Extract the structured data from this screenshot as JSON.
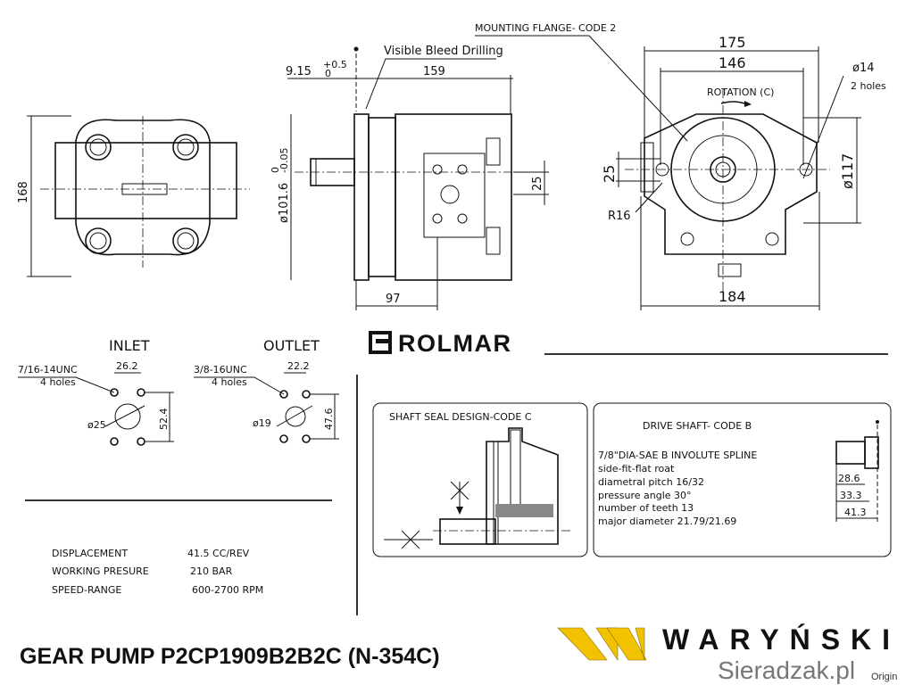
{
  "top_views": {
    "left_height_dim": "168",
    "bleed_label": "Visible Bleed Drilling",
    "offset_dim": "9.15",
    "offset_tol_upper": "+0.5",
    "offset_tol_lower": "0",
    "length_dim": "159",
    "pilot_dia_dim": "ø101.6",
    "pilot_tol_upper": "0",
    "pilot_tol_lower": "-0.05",
    "port_offset_dim": "25",
    "bottom_dim": "97",
    "flange_label": "MOUNTING FLANGE- CODE 2",
    "width_175": "175",
    "width_146": "146",
    "rotation_label": "ROTATION (C)",
    "hole_dia": "ø14",
    "hole_count": "2 holes",
    "side_25": "25",
    "radius": "R16",
    "dia_117": "ø117",
    "width_184": "184"
  },
  "brand": {
    "name": "ROLMAR"
  },
  "ports": {
    "inlet": {
      "title": "INLET",
      "thread": "7/16-14UNC",
      "holes": "4 holes",
      "spacing": "26.2",
      "dia": "ø25",
      "height": "52.4"
    },
    "outlet": {
      "title": "OUTLET",
      "thread": "3/8-16UNC",
      "holes": "4 holes",
      "spacing": "22.2",
      "dia": "ø19",
      "height": "47.6"
    }
  },
  "specs": [
    {
      "label": "DISPLACEMENT",
      "value": "41.5 CC/REV"
    },
    {
      "label": "WORKING PRESURE",
      "value": "210 BAR"
    },
    {
      "label": "SPEED-RANGE",
      "value": "600-2700   RPM"
    }
  ],
  "shaft_seal": {
    "title": "SHAFT SEAL DESIGN-CODE C"
  },
  "drive_shaft": {
    "title": "DRIVE SHAFT- CODE B",
    "lines": [
      "7/8\"DIA-SAE B  INVOLUTE SPLINE",
      "side-fit-flat roat",
      "diametral pitch 16/32",
      "pressure angle  30°",
      "number of teeth  13",
      "major diameter  21.79/21.69"
    ],
    "dims": [
      "28.6",
      "33.3",
      "41.3"
    ]
  },
  "footer": {
    "title": "GEAR PUMP  P2CP1909B2B2C (N-354C)",
    "logo_text": "WARYŃSKI",
    "logo_colors": {
      "yellow": "#f2c200",
      "black": "#111111"
    },
    "watermark": "Sieradzak.pl",
    "watermark_sub": "Origin"
  }
}
